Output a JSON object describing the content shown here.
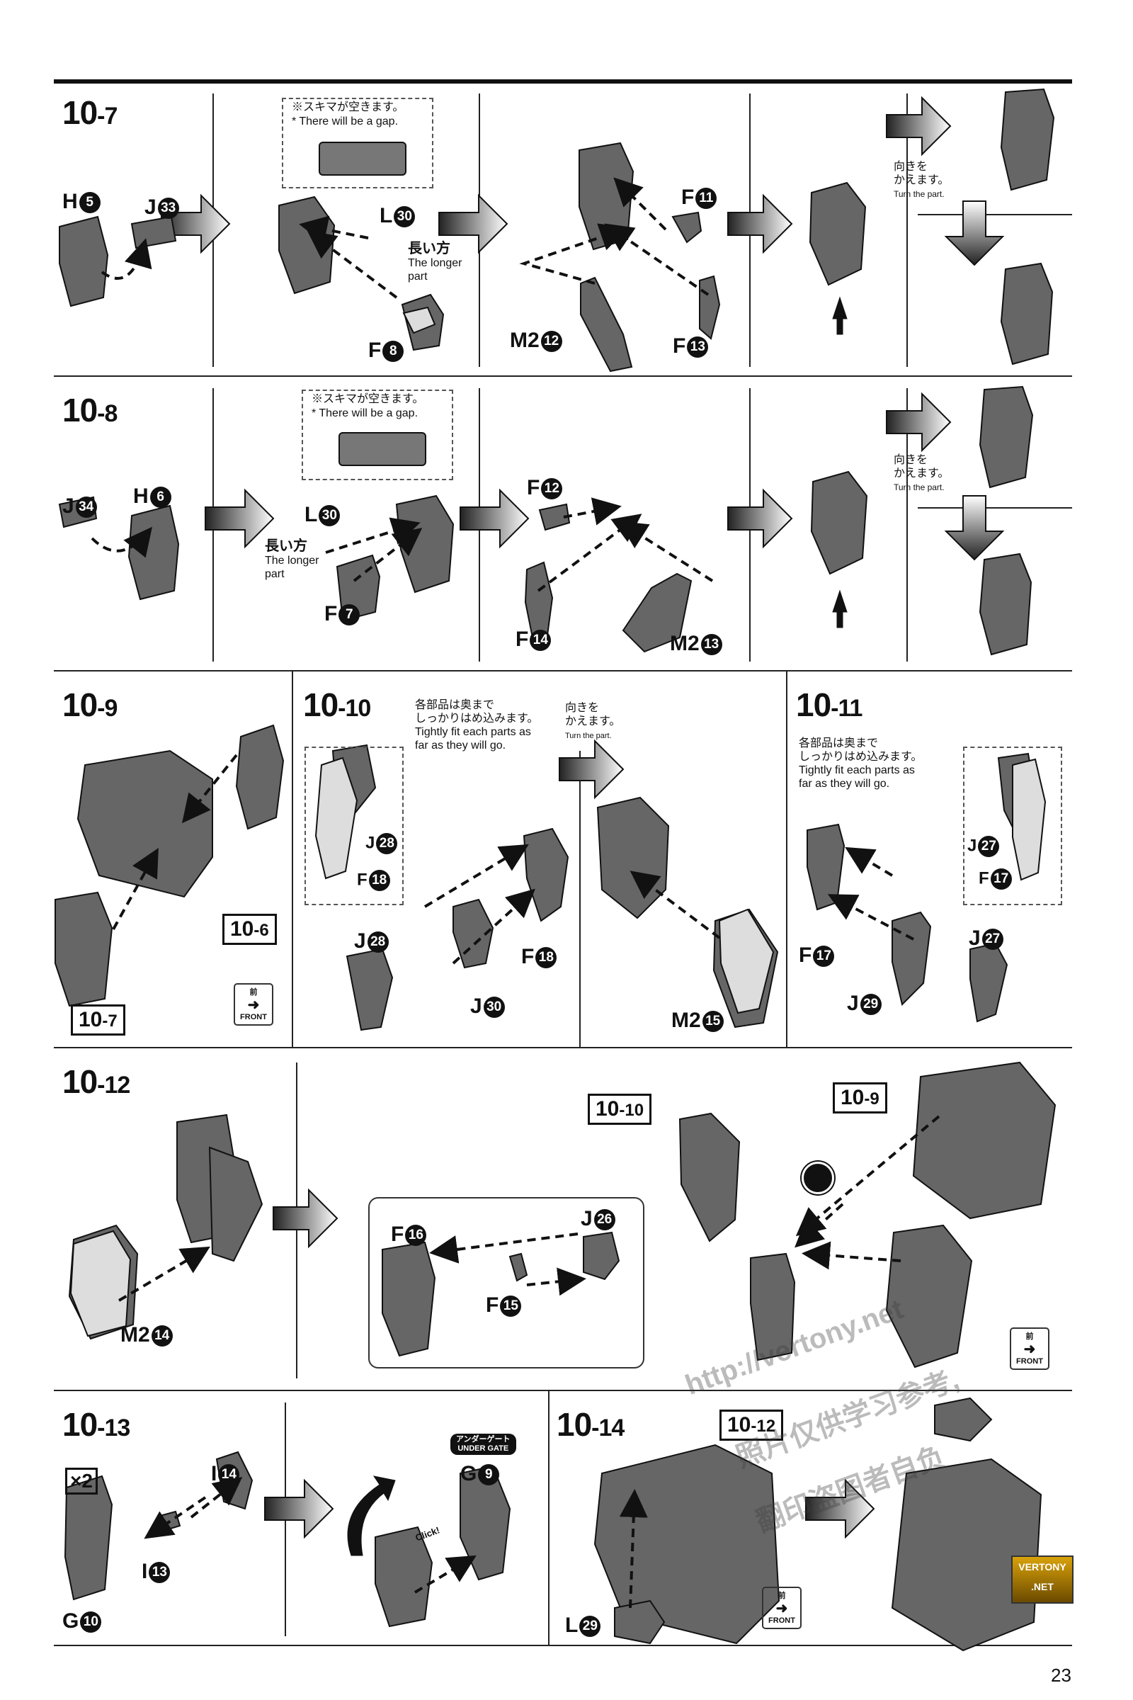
{
  "steps": {
    "s7": {
      "main": "10",
      "sub": "-7"
    },
    "s8": {
      "main": "10",
      "sub": "-8"
    },
    "s9": {
      "main": "10",
      "sub": "-9"
    },
    "s10": {
      "main": "10",
      "sub": "-10"
    },
    "s11": {
      "main": "10",
      "sub": "-11"
    },
    "s12": {
      "main": "10",
      "sub": "-12"
    },
    "s13": {
      "main": "10",
      "sub": "-13"
    },
    "s14": {
      "main": "10",
      "sub": "-14"
    }
  },
  "notes": {
    "gap_jp": "※スキマが空きます。",
    "gap_en": "* There will be a gap.",
    "longer_jp": "長い方",
    "longer_en1": "The longer",
    "longer_en2": "part",
    "turn_jp1": "向きを",
    "turn_jp2": "かえます。",
    "turn_en": "Turn the part.",
    "tight_jp1": "各部品は奥まで",
    "tight_jp2": "しっかりはめ込みます。",
    "tight_en1": "Tightly fit each parts as",
    "tight_en2": "far as they will go.",
    "front_jp": "前",
    "front_en": "FRONT",
    "undergate_jp": "アンダーゲート",
    "undergate_en": "UNDER GATE",
    "click": "Click!",
    "x2": "×2"
  },
  "parts": {
    "H5": {
      "l": "H",
      "n": "5"
    },
    "J33": {
      "l": "J",
      "n": "33"
    },
    "L30": {
      "l": "L",
      "n": "30"
    },
    "F8": {
      "l": "F",
      "n": "8"
    },
    "F11": {
      "l": "F",
      "n": "11"
    },
    "M2_12": {
      "l": "M2",
      "n": "12"
    },
    "F13": {
      "l": "F",
      "n": "13"
    },
    "J34": {
      "l": "J",
      "n": "34"
    },
    "H6": {
      "l": "H",
      "n": "6"
    },
    "L30b": {
      "l": "L",
      "n": "30"
    },
    "F7": {
      "l": "F",
      "n": "7"
    },
    "F12": {
      "l": "F",
      "n": "12"
    },
    "F14": {
      "l": "F",
      "n": "14"
    },
    "M2_13": {
      "l": "M2",
      "n": "13"
    },
    "J28": {
      "l": "J",
      "n": "28"
    },
    "F18": {
      "l": "F",
      "n": "18"
    },
    "J28b": {
      "l": "J",
      "n": "28"
    },
    "F18b": {
      "l": "F",
      "n": "18"
    },
    "J30": {
      "l": "J",
      "n": "30"
    },
    "M2_15": {
      "l": "M2",
      "n": "15"
    },
    "J27": {
      "l": "J",
      "n": "27"
    },
    "F17": {
      "l": "F",
      "n": "17"
    },
    "F17b": {
      "l": "F",
      "n": "17"
    },
    "J27b": {
      "l": "J",
      "n": "27"
    },
    "J29": {
      "l": "J",
      "n": "29"
    },
    "M2_14": {
      "l": "M2",
      "n": "14"
    },
    "F16": {
      "l": "F",
      "n": "16"
    },
    "J26": {
      "l": "J",
      "n": "26"
    },
    "F15": {
      "l": "F",
      "n": "15"
    },
    "I14": {
      "l": "I",
      "n": "14"
    },
    "I13": {
      "l": "I",
      "n": "13"
    },
    "G10": {
      "l": "G",
      "n": "10"
    },
    "G9": {
      "l": "G",
      "n": "9"
    },
    "L29": {
      "l": "L",
      "n": "29"
    }
  },
  "refs": {
    "r106": {
      "main": "10",
      "sub": "-6"
    },
    "r107": {
      "main": "10",
      "sub": "-7"
    },
    "r1010": {
      "main": "10",
      "sub": "-10"
    },
    "r109": {
      "main": "10",
      "sub": "-9"
    },
    "r1012": {
      "main": "10",
      "sub": "-12"
    }
  },
  "watermark": {
    "url": "http://vertony.net",
    "cn1": "照片仅供学习参考,",
    "cn2": "翻印盗图者自负",
    "badge1": "VERTONY",
    "badge2": ".NET"
  },
  "page_number": "23"
}
